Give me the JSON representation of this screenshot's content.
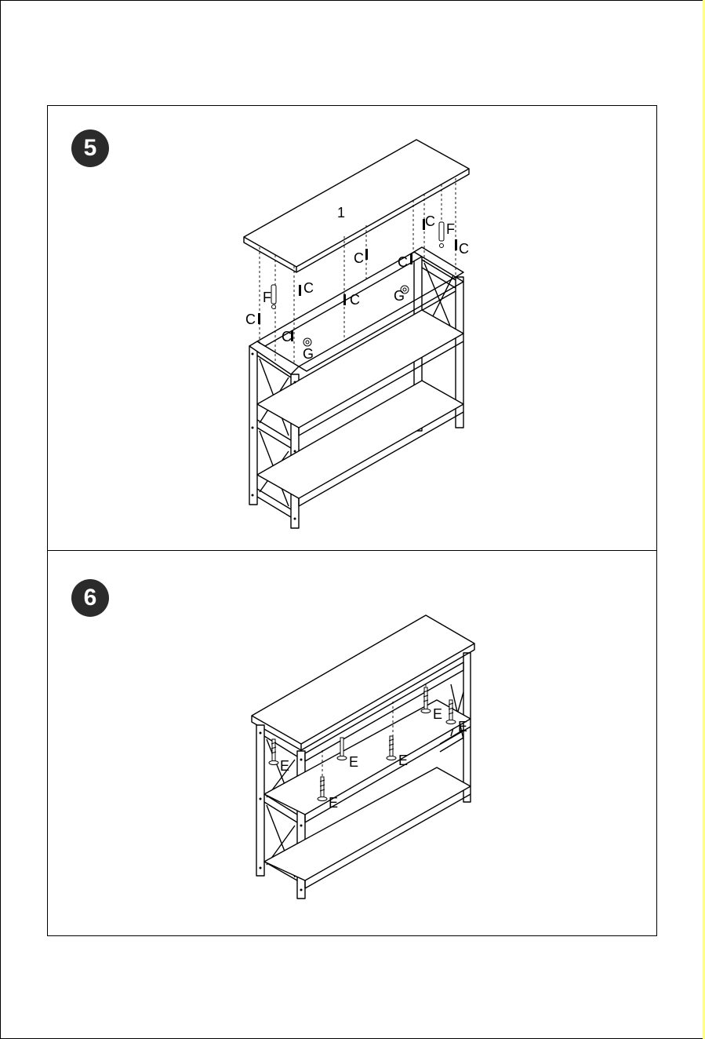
{
  "step5": {
    "number": "5",
    "board_label": "1",
    "parts": {
      "cam_bolt": "C",
      "dowel": "F",
      "cam_lock": "G",
      "cam_slot": "C"
    }
  },
  "step6": {
    "number": "6",
    "parts": {
      "screw": "E"
    }
  }
}
